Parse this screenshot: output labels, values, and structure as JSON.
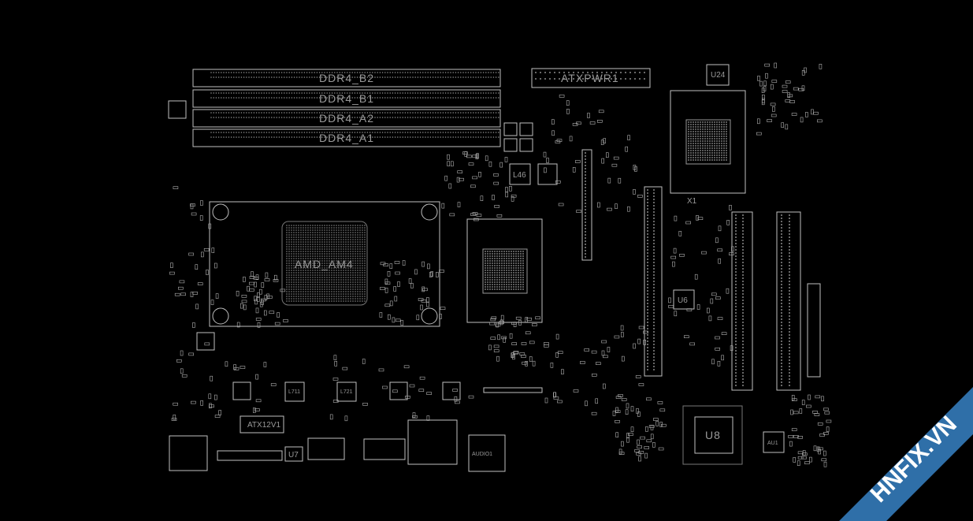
{
  "labels": {
    "ddr4_b2": "DDR4_B2",
    "ddr4_b1": "DDR4_B1",
    "ddr4_a2": "DDR4_A2",
    "ddr4_a1": "DDR4_A1",
    "atxpwr1": "ATXPWR1",
    "amd_am4": "AMD_AM4",
    "u24": "U24",
    "x1": "X1",
    "u6": "U6",
    "u8": "U8",
    "au1": "AU1",
    "u7": "U7",
    "atx12v1": "ATX12V1",
    "audio1": "AUDIO1",
    "l46": "L46",
    "l711": "L711",
    "l721": "L721"
  },
  "watermark": {
    "text": "HNFIX.VN",
    "color_band": "#2f6fa8",
    "color_text": "#ffffff",
    "color_x": "#e53935"
  },
  "colors": {
    "background": "#000000",
    "outline": "#bfbfbf",
    "pad": "#8a8a8a",
    "text": "#9a9a9a"
  }
}
